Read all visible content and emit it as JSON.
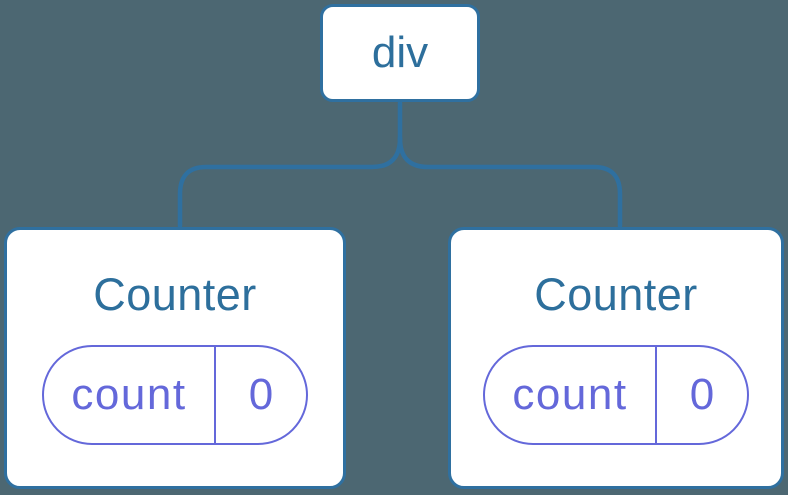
{
  "colors": {
    "bg": "#4C6772",
    "line": "#2F70A0",
    "card-bg": "#FFFFFF",
    "node-text": "#2D6F9C",
    "purple": "#6468DA"
  },
  "tree": {
    "root": {
      "label": "div"
    },
    "children": [
      {
        "title": "Counter",
        "state": {
          "key": "count",
          "value": "0"
        }
      },
      {
        "title": "Counter",
        "state": {
          "key": "count",
          "value": "0"
        }
      }
    ]
  }
}
